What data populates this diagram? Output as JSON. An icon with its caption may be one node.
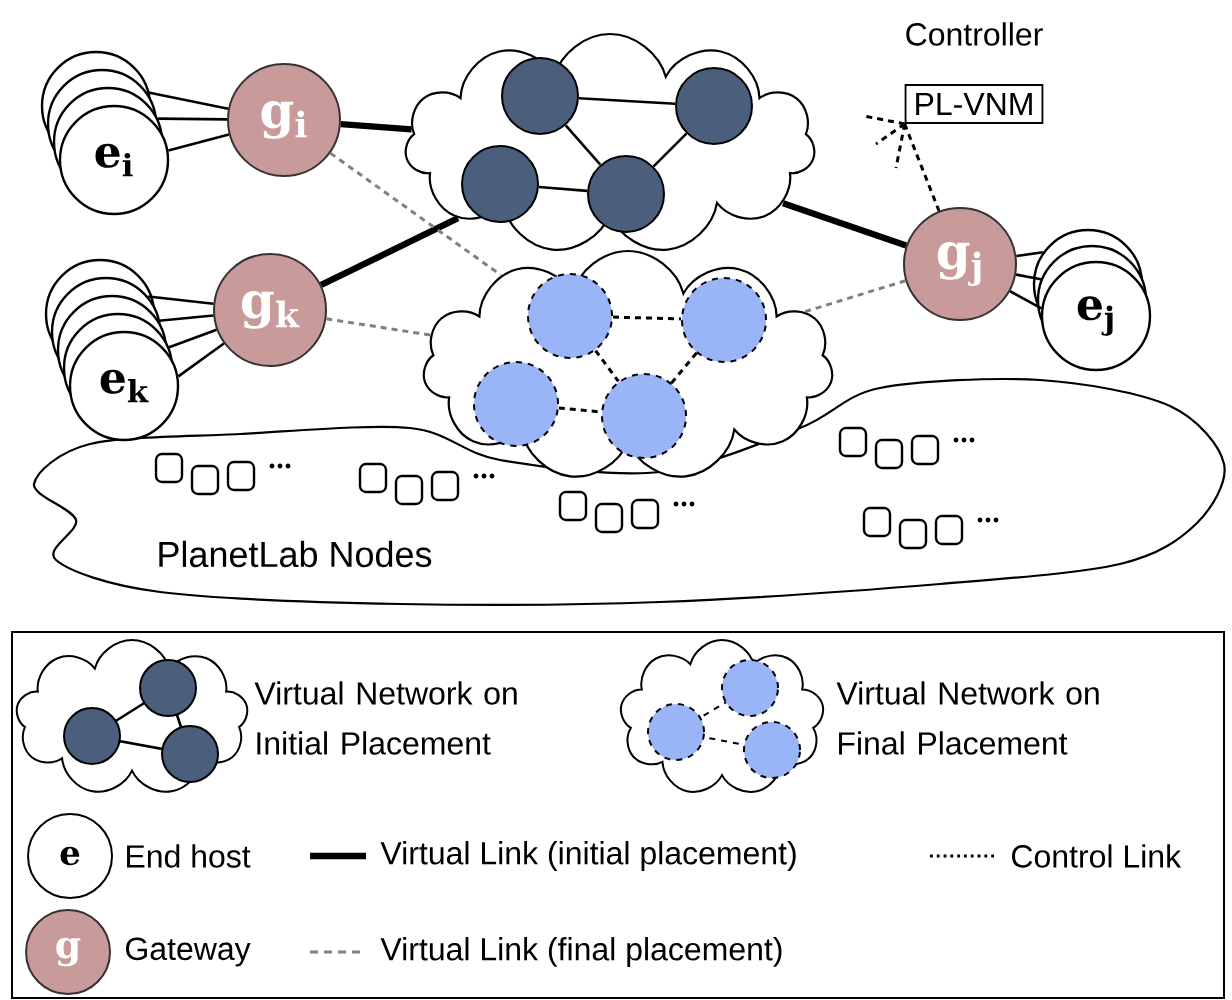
{
  "diagram": {
    "nodes": [
      {
        "text": [
          "e$_{i}$"
        ]
      },
      {
        "text": [
          "g$_{i}$"
        ]
      },
      {
        "text": [],
        "shape": "cloud"
      },
      {
        "text": [],
        "shape": "circle",
        "in": 2
      },
      {
        "text": [],
        "shape": "circle",
        "in": 2
      },
      {
        "text": [],
        "shape": "circle",
        "in": 2
      },
      {
        "text": [],
        "shape": "circle",
        "in": 2
      },
      {
        "text": [
          "PL-VNM"
        ],
        "beside": [
          "Controller"
        ]
      },
      {
        "text": [
          "e$_{k}$"
        ]
      },
      {
        "text": [
          "g$_{k}$"
        ]
      },
      {
        "text": [],
        "shape": "cloud"
      },
      {
        "text": [],
        "shape": "circle",
        "in": 10
      },
      {
        "text": [],
        "shape": "circle",
        "in": 10
      },
      {
        "text": [],
        "shape": "circle",
        "in": 10
      },
      {
        "text": [],
        "shape": "circle",
        "in": 10
      },
      {
        "text": [
          "g$_{j}$"
        ]
      },
      {
        "text": [
          "e$_{j}$"
        ]
      },
      {
        "text": [
          "PlanetLab Nodes"
        ]
      }
    ],
    "edges": [
      {
        "from": 0,
        "to": 1,
        "arrow": "none"
      },
      {
        "from": 0,
        "to": 1,
        "arrow": "none"
      },
      {
        "from": 0,
        "to": 1,
        "arrow": "none"
      },
      {
        "from": 8,
        "to": 9,
        "arrow": "none"
      },
      {
        "from": 8,
        "to": 9,
        "arrow": "none"
      },
      {
        "from": 8,
        "to": 9,
        "arrow": "none"
      },
      {
        "from": 8,
        "to": 9,
        "arrow": "none"
      },
      {
        "from": 16,
        "to": 15,
        "arrow": "none"
      },
      {
        "from": 16,
        "to": 15,
        "arrow": "none"
      },
      {
        "from": 16,
        "to": 15,
        "arrow": "none"
      },
      {
        "from": 1,
        "to": 2,
        "arrow": "none",
        "style": "thick"
      },
      {
        "from": 9,
        "to": 2,
        "arrow": "none",
        "style": "thick"
      },
      {
        "from": 15,
        "to": 2,
        "arrow": "none",
        "style": "thick"
      },
      {
        "from": 1,
        "to": 10,
        "arrow": "none",
        "style": "dashed",
        "color": "#808080"
      },
      {
        "from": 9,
        "to": 10,
        "arrow": "none",
        "style": "dashed",
        "color": "#808080"
      },
      {
        "from": 15,
        "to": 10,
        "arrow": "none",
        "style": "dashed",
        "color": "#808080"
      },
      {
        "from": 7,
        "to": 15,
        "arrow": "none",
        "style": "dashed"
      },
      {
        "from": 7,
        "to": null,
        "arrow": "none",
        "style": "dashed"
      },
      {
        "from": 7,
        "to": null,
        "arrow": "none",
        "style": "dashed"
      },
      {
        "from": 7,
        "to": null,
        "arrow": "none",
        "style": "dashed"
      },
      {
        "from": 3,
        "to": 4,
        "arrow": "none"
      },
      {
        "from": 3,
        "to": 6,
        "arrow": "none"
      },
      {
        "from": 4,
        "to": 6,
        "arrow": "none"
      },
      {
        "from": 5,
        "to": 6,
        "arrow": "none"
      },
      {
        "from": 11,
        "to": 12,
        "arrow": "none",
        "style": "dashed"
      },
      {
        "from": 11,
        "to": 14,
        "arrow": "none",
        "style": "dashed"
      },
      {
        "from": 13,
        "to": 14,
        "arrow": "none",
        "style": "dashed"
      },
      {
        "from": 12,
        "to": 14,
        "arrow": "none",
        "style": "dashed"
      }
    ],
    "labels": [
      "e",
      "g"
    ],
    "legend": [
      {
        "text": "Virtual Network on Initial Placement"
      },
      {
        "text": "Virtual Network on Final Placement"
      },
      {
        "text": "End host"
      },
      {
        "text": "Virtual Link (initial placement)"
      },
      {
        "text": "Control Link"
      },
      {
        "text": "Gateway"
      },
      {
        "text": "Virtual Link (final placement)"
      }
    ]
  }
}
